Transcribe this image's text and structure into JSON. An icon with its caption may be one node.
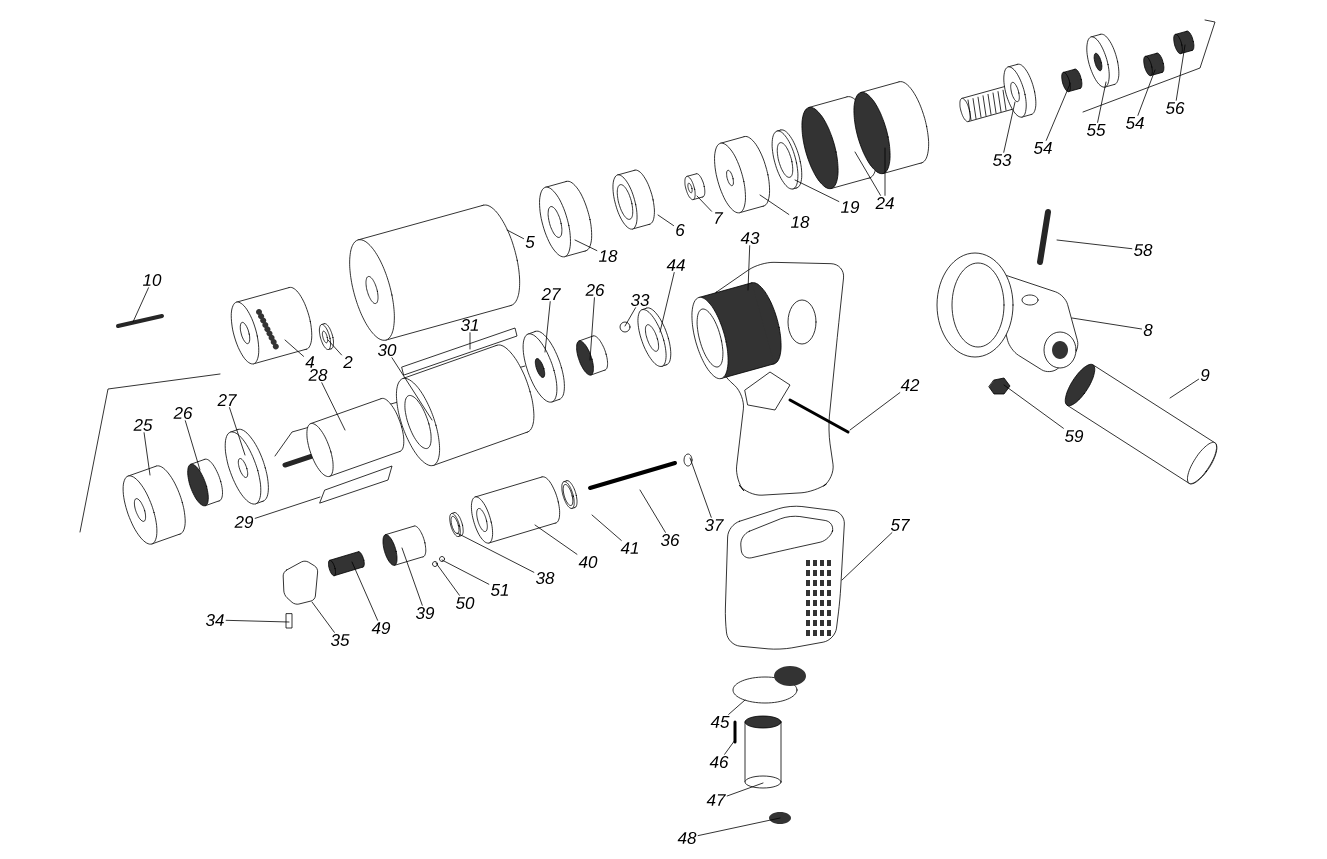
{
  "diagram": {
    "nodes": [
      {
        "text": [
          "56"
        ]
      },
      {
        "text": [
          "54"
        ]
      },
      {
        "text": [
          "55"
        ]
      },
      {
        "text": [
          "54"
        ]
      },
      {
        "text": [
          "53"
        ]
      },
      {
        "text": [
          "24"
        ]
      },
      {
        "text": [
          "19"
        ]
      },
      {
        "text": [
          "18"
        ]
      },
      {
        "text": [
          "7"
        ]
      },
      {
        "text": [
          "6"
        ]
      },
      {
        "text": [
          "43"
        ]
      },
      {
        "text": [
          "5"
        ]
      },
      {
        "text": [
          "58"
        ]
      },
      {
        "text": [
          "18"
        ]
      },
      {
        "text": [
          "44"
        ]
      },
      {
        "text": [
          "10"
        ]
      },
      {
        "text": [
          "26"
        ]
      },
      {
        "text": [
          "27"
        ]
      },
      {
        "text": [
          "33"
        ]
      },
      {
        "text": [
          "31"
        ]
      },
      {
        "text": [
          "8"
        ]
      },
      {
        "text": [
          "4"
        ]
      },
      {
        "text": [
          "30"
        ]
      },
      {
        "text": [
          "2"
        ]
      },
      {
        "text": [
          "28"
        ]
      },
      {
        "text": [
          "9"
        ]
      },
      {
        "text": [
          "42"
        ]
      },
      {
        "text": [
          "27"
        ]
      },
      {
        "text": [
          "26"
        ]
      },
      {
        "text": [
          "25"
        ]
      },
      {
        "text": [
          "59"
        ]
      },
      {
        "text": [
          "29"
        ]
      },
      {
        "text": [
          "37"
        ]
      },
      {
        "text": [
          "57"
        ]
      },
      {
        "text": [
          "36"
        ]
      },
      {
        "text": [
          "41"
        ]
      },
      {
        "text": [
          "40"
        ]
      },
      {
        "text": [
          "38"
        ]
      },
      {
        "text": [
          "51"
        ]
      },
      {
        "text": [
          "50"
        ]
      },
      {
        "text": [
          "39"
        ]
      },
      {
        "text": [
          "34"
        ]
      },
      {
        "text": [
          "49"
        ]
      },
      {
        "text": [
          "35"
        ]
      },
      {
        "text": [
          "45"
        ]
      },
      {
        "text": [
          "46"
        ]
      },
      {
        "text": [
          "47"
        ]
      },
      {
        "text": [
          "48"
        ]
      },
      {
        "text": [],
        "shape": "picture"
      },
      {
        "text": [],
        "shape": "picture"
      },
      {
        "text": [],
        "shape": "picture"
      },
      {
        "text": [],
        "shape": "picture"
      },
      {
        "text": [],
        "shape": "picture"
      },
      {
        "text": [],
        "shape": "picture"
      },
      {
        "text": [],
        "shape": "picture"
      },
      {
        "text": [],
        "shape": "picture"
      },
      {
        "text": [],
        "shape": "picture"
      },
      {
        "text": [],
        "shape": "picture"
      },
      {
        "text": [],
        "shape": "picture"
      },
      {
        "text": [],
        "shape": "picture"
      },
      {
        "text": [],
        "shape": "picture"
      },
      {
        "text": [],
        "shape": "picture"
      },
      {
        "text": [],
        "shape": "picture"
      },
      {
        "text": [],
        "shape": "picture"
      },
      {
        "text": [],
        "shape": "picture"
      },
      {
        "text": [],
        "shape": "picture"
      },
      {
        "text": [],
        "shape": "circle"
      },
      {
        "text": [],
        "shape": "picture"
      },
      {
        "text": [],
        "shape": "picture"
      },
      {
        "text": [],
        "shape": "picture"
      },
      {
        "text": [],
        "shape": "picture"
      },
      {
        "text": [],
        "shape": "picture"
      },
      {
        "text": [],
        "shape": "picture"
      },
      {
        "text": [],
        "shape": "picture"
      },
      {
        "text": [],
        "shape": "picture"
      },
      {
        "text": [],
        "shape": "picture"
      },
      {
        "text": [],
        "shape": "picture"
      },
      {
        "text": [],
        "shape": "picture"
      },
      {
        "text": [],
        "shape": "picture"
      },
      {
        "text": [],
        "shape": "picture"
      },
      {
        "text": [],
        "shape": "circle"
      },
      {
        "text": [],
        "shape": "picture"
      },
      {
        "text": [],
        "shape": "picture"
      },
      {
        "text": [],
        "shape": "picture"
      },
      {
        "text": [],
        "shape": "picture"
      },
      {
        "text": [],
        "shape": "picture"
      },
      {
        "text": [],
        "shape": "circle"
      },
      {
        "text": [],
        "shape": "circle"
      },
      {
        "text": [],
        "shape": "picture"
      },
      {
        "text": [],
        "shape": "box"
      },
      {
        "text": [],
        "shape": "picture"
      },
      {
        "text": [],
        "shape": "box"
      },
      {
        "text": [],
        "shape": "circle"
      },
      {
        "text": [],
        "shape": "picture"
      },
      {
        "text": [],
        "shape": "cylinder"
      },
      {
        "text": [],
        "shape": "circle"
      },
      {
        "text": [],
        "shape": "picture"
      }
    ],
    "edges": [
      {
        "from": 0,
        "to": 48,
        "arrow": "none"
      },
      {
        "from": 1,
        "to": 49,
        "arrow": "none"
      },
      {
        "from": 2,
        "to": 50,
        "arrow": "none"
      },
      {
        "from": 3,
        "to": 51,
        "arrow": "none"
      },
      {
        "from": 4,
        "to": 52,
        "arrow": "none"
      },
      {
        "from": 5,
        "to": 53,
        "arrow": "none"
      },
      {
        "from": 6,
        "to": 54,
        "arrow": "none"
      },
      {
        "from": 7,
        "to": 55,
        "arrow": "none"
      },
      {
        "from": 8,
        "to": 56,
        "arrow": "none"
      },
      {
        "from": 9,
        "to": 57,
        "arrow": "none"
      },
      {
        "from": 10,
        "to": 58,
        "arrow": "none"
      },
      {
        "from": 11,
        "to": 59,
        "arrow": "none"
      },
      {
        "from": 12,
        "to": 60,
        "arrow": "none"
      },
      {
        "from": 13,
        "to": 61,
        "arrow": "none"
      },
      {
        "from": 14,
        "to": 62,
        "arrow": "none"
      },
      {
        "from": 15,
        "to": 63,
        "arrow": "none"
      },
      {
        "from": 16,
        "to": 64,
        "arrow": "none"
      },
      {
        "from": 17,
        "to": 65,
        "arrow": "none"
      },
      {
        "from": 18,
        "to": 66,
        "arrow": "none"
      },
      {
        "from": 19,
        "to": 67,
        "arrow": "none"
      },
      {
        "from": 20,
        "to": 68,
        "arrow": "none"
      },
      {
        "from": 21,
        "to": 69,
        "arrow": "none"
      },
      {
        "from": 22,
        "to": 70,
        "arrow": "none"
      },
      {
        "from": 23,
        "to": 71,
        "arrow": "none"
      },
      {
        "from": 24,
        "to": 72,
        "arrow": "none"
      },
      {
        "from": 25,
        "to": 73,
        "arrow": "none"
      },
      {
        "from": 26,
        "to": 74,
        "arrow": "none"
      },
      {
        "from": 27,
        "to": 75,
        "arrow": "none"
      },
      {
        "from": 28,
        "to": 76,
        "arrow": "none"
      },
      {
        "from": 29,
        "to": 77,
        "arrow": "none"
      },
      {
        "from": 30,
        "to": 78,
        "arrow": "none"
      },
      {
        "from": 31,
        "to": 79,
        "arrow": "none"
      },
      {
        "from": 32,
        "to": 80,
        "arrow": "none"
      },
      {
        "from": 33,
        "to": 81,
        "arrow": "none"
      },
      {
        "from": 34,
        "to": 82,
        "arrow": "none"
      },
      {
        "from": 35,
        "to": 83,
        "arrow": "none"
      },
      {
        "from": 36,
        "to": 84,
        "arrow": "none"
      },
      {
        "from": 37,
        "to": 85,
        "arrow": "none"
      },
      {
        "from": 38,
        "to": 86,
        "arrow": "none"
      },
      {
        "from": 39,
        "to": 87,
        "arrow": "none"
      },
      {
        "from": 40,
        "to": 88,
        "arrow": "none"
      },
      {
        "from": 41,
        "to": 91,
        "arrow": "none"
      },
      {
        "from": 42,
        "to": 90,
        "arrow": "none"
      },
      {
        "from": 43,
        "to": 89,
        "arrow": "none"
      },
      {
        "from": 44,
        "to": 92,
        "arrow": "none"
      },
      {
        "from": 45,
        "to": 93,
        "arrow": "none"
      },
      {
        "from": 46,
        "to": 94,
        "arrow": "none"
      },
      {
        "from": 47,
        "to": 95,
        "arrow": "none"
      },
      {
        "from": 5,
        "to": 96,
        "arrow": "none"
      }
    ]
  }
}
